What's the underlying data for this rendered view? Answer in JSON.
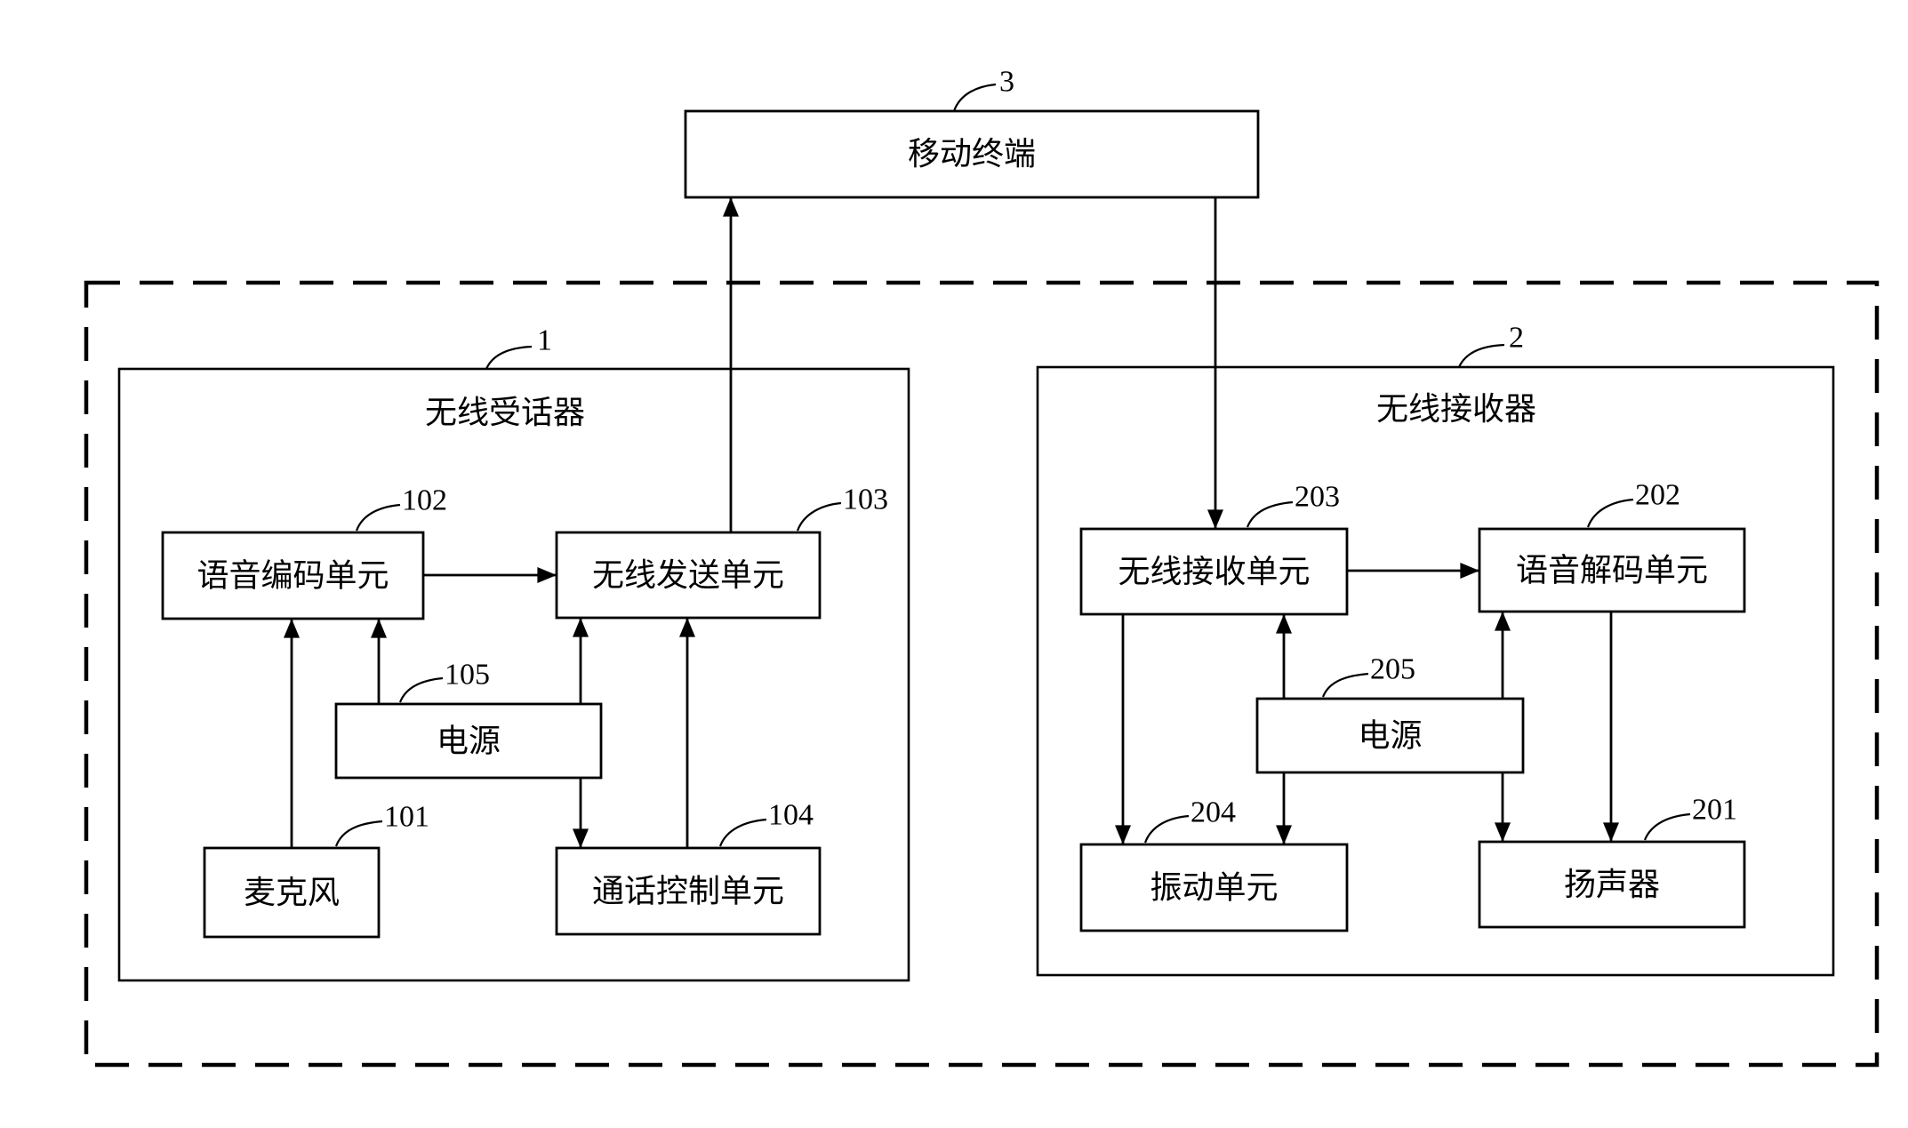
{
  "mobile_terminal": {
    "label": "移动终端",
    "ref": "3"
  },
  "handset": {
    "title": "无线受话器",
    "ref": "1",
    "voice_encoding": {
      "label": "语音编码单元",
      "ref": "102"
    },
    "wireless_send": {
      "label": "无线发送单元",
      "ref": "103"
    },
    "power": {
      "label": "电源",
      "ref": "105"
    },
    "microphone": {
      "label": "麦克风",
      "ref": "101"
    },
    "call_control": {
      "label": "通话控制单元",
      "ref": "104"
    }
  },
  "receiver": {
    "title": "无线接收器",
    "ref": "2",
    "wireless_receive": {
      "label": "无线接收单元",
      "ref": "203"
    },
    "voice_decoding": {
      "label": "语音解码单元",
      "ref": "202"
    },
    "power": {
      "label": "电源",
      "ref": "205"
    },
    "vibration": {
      "label": "振动单元",
      "ref": "204"
    },
    "speaker": {
      "label": "扬声器",
      "ref": "201"
    }
  }
}
